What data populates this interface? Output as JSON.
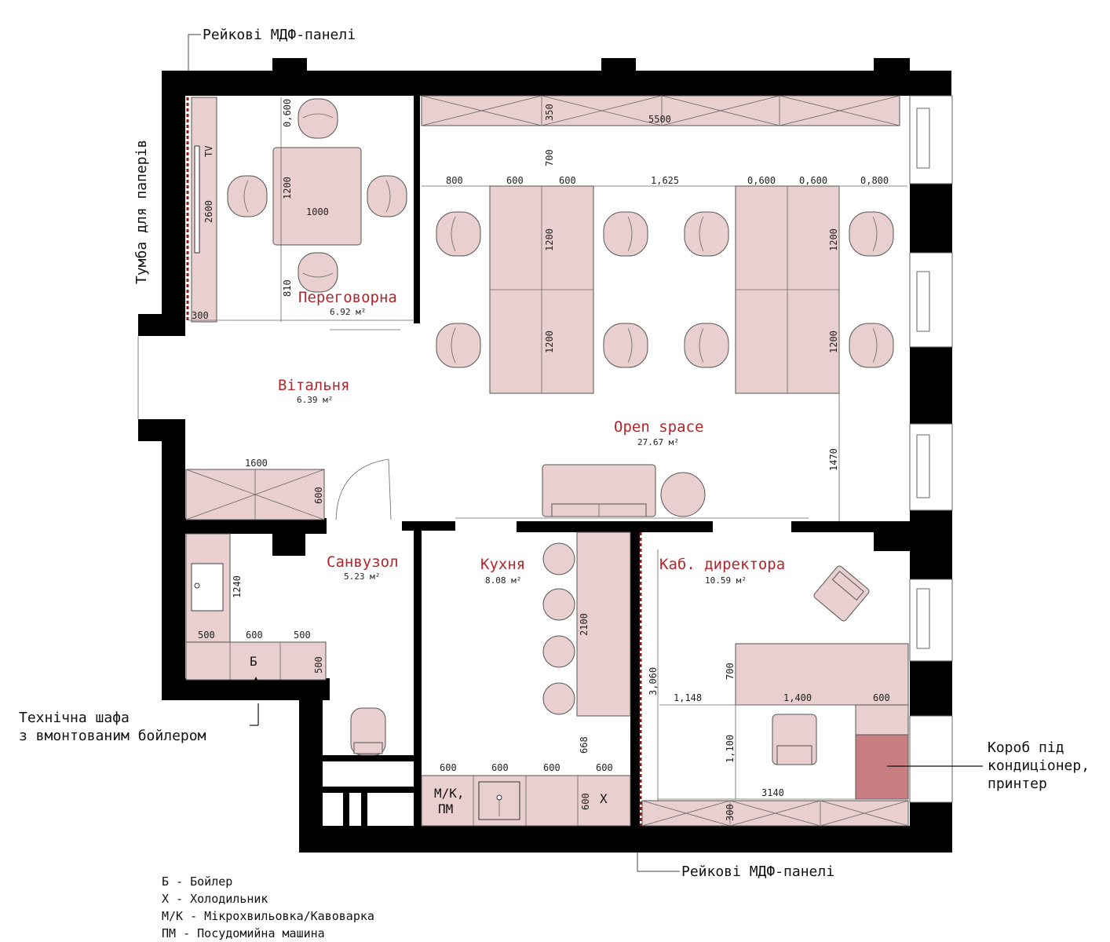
{
  "rooms": {
    "meeting": {
      "name": "Переговорна",
      "area": "6.92 м²"
    },
    "lobby": {
      "name": "Вітальня",
      "area": "6.39 м²"
    },
    "open_space": {
      "name": "Open space",
      "area": "27.67 м²"
    },
    "bathroom": {
      "name": "Санвузол",
      "area": "5.23 м²"
    },
    "kitchen": {
      "name": "Кухня",
      "area": "8.08 м²"
    },
    "director": {
      "name": "Каб. директора",
      "area": "10.59 м²"
    }
  },
  "annotations": {
    "mdf_top": "Рейкові МДФ-панелі",
    "mdf_bottom": "Рейкові МДФ-панелі",
    "paper_cabinet": "Тумба для паперів",
    "tech_closet_line1": "Технічна шафа",
    "tech_closet_line2": "з вмонтованим бойлером",
    "duct_line1": "Короб під",
    "duct_line2": "кондиціонер,",
    "duct_line3": "принтер",
    "tv": "TV"
  },
  "cabinet_labels": {
    "boiler": "Б",
    "microwave": "М/К,",
    "dishwasher": "ПМ",
    "fridge": "Х"
  },
  "legend": [
    "Б - Бойлер",
    "Х - Холодильник",
    "М/К - Мікрохвильовка/Кавоварка",
    "ПМ - Посудомийна машина"
  ],
  "dimensions": {
    "meeting_top": "0,600",
    "meeting_table_h": "1200",
    "meeting_table_w": "1000",
    "meeting_bottom": "810",
    "meeting_wall": "2600",
    "meeting_tv_gap": "300",
    "storage_depth": "350",
    "storage_len": "5500",
    "aisle_top": "700",
    "row_a": "800",
    "row_b": "600",
    "row_c": "600",
    "row_d": "1,625",
    "row_e": "0,600",
    "row_f": "0,600",
    "row_g": "0,800",
    "desk_l1": "1200",
    "desk_l2": "1200",
    "desk_r1": "1200",
    "desk_r2": "1200",
    "open_right": "1470",
    "lobby_wardrobe_len": "1600",
    "lobby_wardrobe_depth": "600",
    "bath_sink": "1240",
    "bath_a": "500",
    "bath_b": "600",
    "bath_c": "500",
    "bath_d": "500",
    "kitchen_counter": "2100",
    "kitchen_gap": "668",
    "k_a": "600",
    "k_b": "600",
    "k_c": "600",
    "k_d": "600",
    "k_depth": "600",
    "dir_wall": "3,060",
    "dir_a": "1,148",
    "dir_b": "1,400",
    "dir_c": "600",
    "dir_d": "700",
    "dir_e": "1,100",
    "dir_f": "3140",
    "dir_g": "300"
  }
}
